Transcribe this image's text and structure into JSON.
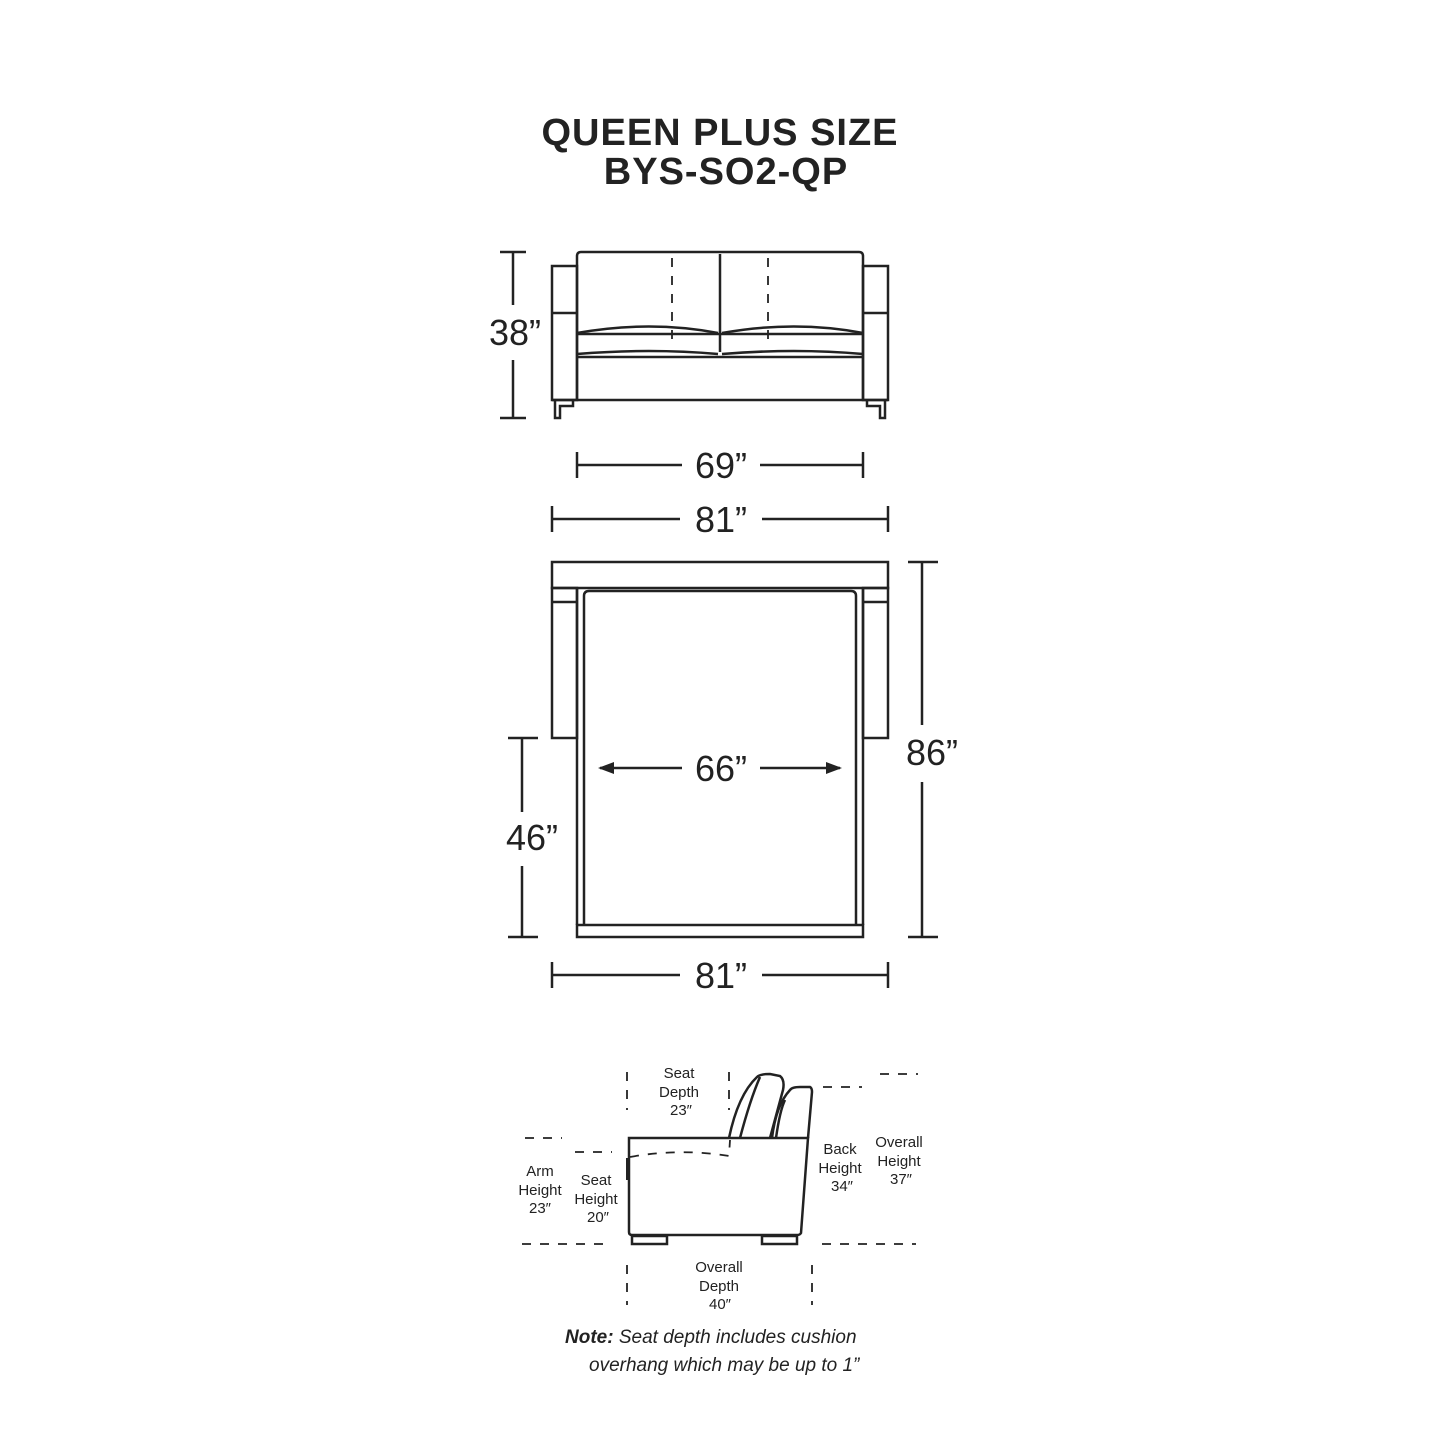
{
  "title": {
    "line1": "QUEEN PLUS SIZE",
    "line2": "BYS-SO2-QP"
  },
  "front_view": {
    "height": "38”",
    "inner_width": "69”",
    "outer_width": "81”"
  },
  "plan_view": {
    "length": "86”",
    "extension": "46”",
    "mattress_width": "66”",
    "width": "81”"
  },
  "side_view": {
    "seat_depth": [
      "Seat",
      "Depth",
      "23″"
    ],
    "arm_height": [
      "Arm",
      "Height",
      "23″"
    ],
    "seat_height": [
      "Seat",
      "Height",
      "20″"
    ],
    "back_height": [
      "Back",
      "Height",
      "34″"
    ],
    "overall_height": [
      "Overall",
      "Height",
      "37″"
    ],
    "overall_depth": [
      "Overall",
      "Depth",
      "40″"
    ]
  },
  "note": {
    "label": "Note:",
    "line1": " Seat depth includes cushion",
    "line2": "overhang which may be up to 1”"
  }
}
